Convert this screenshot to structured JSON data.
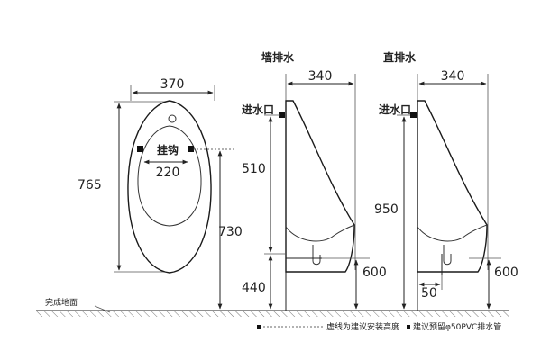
{
  "front_view": {
    "width_label": "370",
    "height_label": "765",
    "hook_label": "挂钩",
    "hook_spacing_label": "220",
    "install_height_label": "730",
    "floor_label": "完成地面"
  },
  "wall_drain_view": {
    "title": "墙排水",
    "depth_label": "340",
    "inlet_label": "进水口",
    "inlet_to_bottom_label": "510",
    "bottom_height_label": "440",
    "drain_height_label": "600"
  },
  "floor_drain_view": {
    "title": "直排水",
    "depth_label": "340",
    "inlet_label": "进水口",
    "inlet_to_bottom_label": "950",
    "drain_offset_label": "50",
    "drain_height_label": "600"
  },
  "legend": {
    "dashed_note": "虚线为建议安装高度",
    "pipe_note": "建议预留φ50PVC排水管"
  }
}
